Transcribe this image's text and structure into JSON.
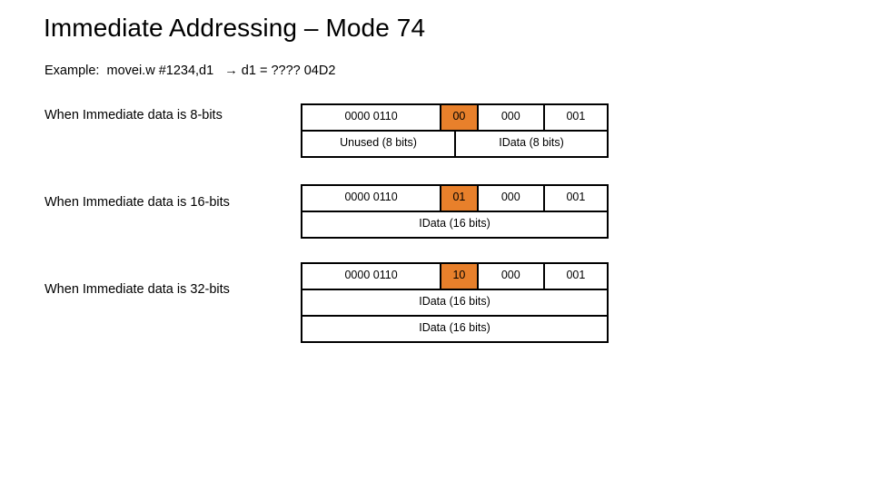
{
  "slide": {
    "title": "Immediate Addressing – Mode 74",
    "example_line": "Example:  movei.w #1234,d1   → d1 = ???? 04D2"
  },
  "accent_color": "#E8802B",
  "sections": [
    {
      "label": "When Immediate data is 8-bits",
      "bit_row": {
        "opcode": "0000 0110",
        "mode": "00",
        "register": "000",
        "ea": "001"
      },
      "field_row": [
        "Unused (8 bits)",
        "IData (8 bits)"
      ]
    },
    {
      "label": "When Immediate data is 16-bits",
      "bit_row": {
        "opcode": "0000 0110",
        "mode": "01",
        "register": "000",
        "ea": "001"
      },
      "field_row": [
        "IData (16 bits)"
      ]
    },
    {
      "label": "When Immediate data is 32-bits",
      "bit_row": {
        "opcode": "0000 0110",
        "mode": "10",
        "register": "000",
        "ea": "001"
      },
      "field_row": [
        "IData (16 bits)",
        "IData (16 bits)"
      ]
    }
  ]
}
